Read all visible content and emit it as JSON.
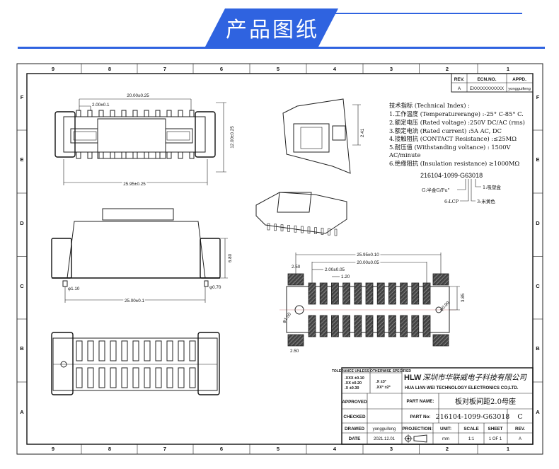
{
  "banner": {
    "title": "产品图纸",
    "color": "#2f63e0"
  },
  "frame": {
    "columns": [
      "9",
      "8",
      "7",
      "6",
      "5",
      "4",
      "3",
      "2",
      "1"
    ],
    "rows": [
      "F",
      "E",
      "D",
      "C",
      "B",
      "A"
    ]
  },
  "revision_table": {
    "headers": [
      "REV.",
      "ECN.NO.",
      "APPD."
    ],
    "row": [
      "A",
      "EXXXXXXXXXXX",
      "yongguifeng"
    ]
  },
  "specs": {
    "title": "技术指标 (Technical Index) :",
    "lines": [
      "1.工作温度 (Temperaturerange) :-25° C-85° C.",
      "2.额定电压 (Rated voltage) :250V DC/AC (rms)",
      "3.额定电流 (Rated current) :5A AC, DC",
      "4.接触阻抗 (CONTACT Resistance) :≤25MΩ",
      "5.耐压值 (Withstanding voltance) : 1500V",
      "AC/minute",
      "6.绝缘阻抗 (Insulation resistance) ≥1000MΩ"
    ]
  },
  "part_code": {
    "code": "216104-1099-G63018",
    "notes": [
      "1:吸塑盒",
      "G:半金G/Fu\"",
      "6:LCP",
      "3:米黄色"
    ]
  },
  "dimensions": {
    "top_view": [
      "20.00±0.25",
      "2.00±0.1",
      "12.00±0.25",
      "25.95±0.25"
    ],
    "side_view": [
      "6.80",
      "φ1.10",
      "φ0.70",
      "25.00±0.1"
    ],
    "end_view": [
      "2.41"
    ],
    "footprint": [
      "25.95±0.10",
      "20.00±0.05",
      "2.00±0.05",
      "1.20",
      "2.50",
      "φ1.50",
      "φ0.90",
      "3.85",
      "2.50"
    ]
  },
  "title_block": {
    "tolerance_title": "TOLERANCE UNLESS OTHERWISE SPECIFIED",
    "tolerance_lines": [
      ".XXX ±0.10",
      ".XX ±0.20",
      ".X ±0.30"
    ],
    "angle_lines": [
      ".X ±3°",
      ".XX° ±2°"
    ],
    "logo": "HLW",
    "company_cn": "深圳市华联威电子科技有限公司",
    "company_en": "HUA LIAN WEI TECHNOLOGY ELECTRONICS CO;LTD.",
    "approved_label": "APPROVED",
    "checked_label": "CHECKED",
    "drawed_label": "DRAWED",
    "drawed_value": "yongguifeng",
    "date_label": "DATE",
    "date_value": "2021.12.01",
    "part_name_label": "PART NAME:",
    "part_name_value": "板对板间距2.0母座",
    "part_no_label": "PART No:",
    "part_no_value": "216104-1099-G63018",
    "part_no_rev": "C",
    "projection_label": "PROJECTION:",
    "unit_label": "UNIT:",
    "unit_value": "mm",
    "scale_label": "SCALE",
    "scale_value": "1:1",
    "sheet_label": "SHEET",
    "sheet_value": "1 OF 1",
    "rev_label": "REV.",
    "rev_value": "A"
  }
}
